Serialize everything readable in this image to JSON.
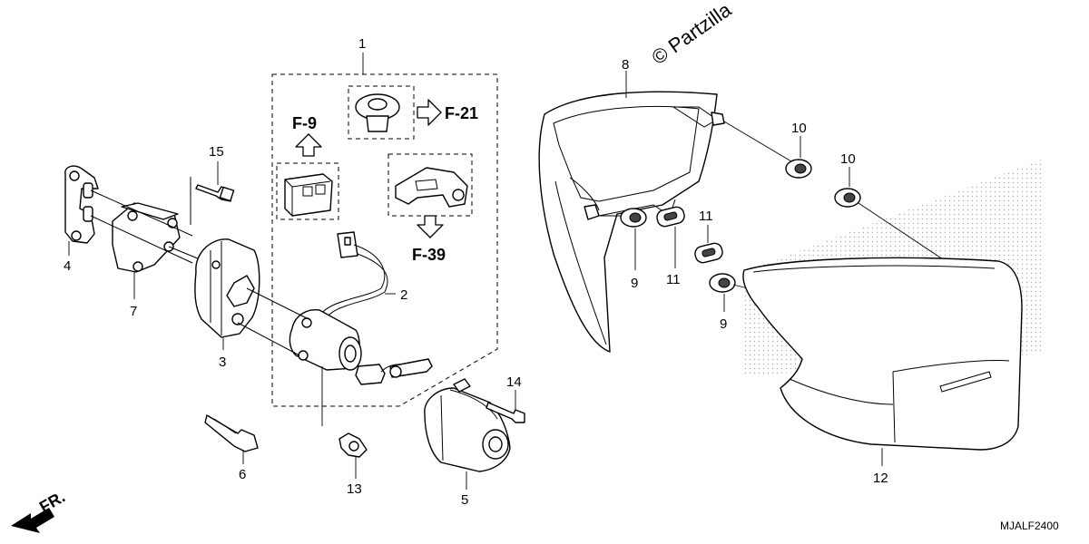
{
  "watermark": "© Partzilla",
  "diagram_code": "MJALF2400",
  "front_indicator": "FR.",
  "references": {
    "f9": "F-9",
    "f21": "F-21",
    "f39": "F-39"
  },
  "part_numbers": {
    "p1": "1",
    "p2": "2",
    "p3": "3",
    "p4": "4",
    "p5": "5",
    "p6": "6",
    "p7": "7",
    "p8": "8",
    "p9a": "9",
    "p9b": "9",
    "p10a": "10",
    "p10b": "10",
    "p11a": "11",
    "p11b": "11",
    "p12": "12",
    "p13": "13",
    "p14": "14",
    "p15": "15"
  }
}
